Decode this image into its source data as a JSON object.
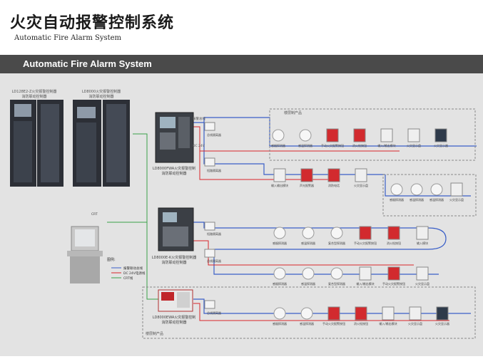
{
  "title": "火灾自动报警控制系统",
  "subtitle": "Automatic Fire Alarm System",
  "section_bar": "Automatic Fire Alarm System",
  "cabinets": {
    "left_label_1": "LD128E2-Z火灾报警控制器",
    "left_label_2": "消防联动控制器",
    "right_label_1": "LD8000火灾报警控制器",
    "right_label_2": "消防联动控制器"
  },
  "panels": {
    "p1_label_1": "LD8000FWA火灾报警控制",
    "p1_label_2": "消防联动控制器",
    "p2_label_1": "LD8000E-K火灾报警控制器",
    "p2_label_2": "消防联动控制器",
    "p3_label_1": "LD8000EWA火灾报警控制",
    "p3_label_2": "消防联动控制器"
  },
  "workstation_label": "CRT",
  "legend": {
    "title": "图例:",
    "item1": "报警联动总线",
    "item2": "DC 24V电源线",
    "item3": "CRT线"
  },
  "zone_labels": {
    "top": "楼层制产品",
    "bottom": "楼层制产品"
  },
  "bus_labels": {
    "alarm": "报警总线",
    "dc": "DC 24V"
  },
  "row1_devices": [
    "感烟探测器",
    "感温探测器",
    "手动火灾报警按钮",
    "消火栓按钮",
    "输入/输出模块",
    "火灾显示盘",
    "火灾显示器"
  ],
  "row2_devices": [
    "输入输出模块",
    "声光报警器",
    "消防电话",
    "火灾显示盘"
  ],
  "sub_devices": [
    "感烟探测器",
    "感温探测器",
    "感温探测器",
    "火灾显示盘"
  ],
  "row3_devices": [
    "感烟探测器",
    "感温探测器",
    "复合型探测器",
    "手动火灾报警按钮",
    "消火栓按钮",
    "输入模块"
  ],
  "row4_devices": [
    "感烟探测器",
    "感温探测器",
    "复合型探测器",
    "输入/输出模块",
    "手动火灾报警按钮",
    "火灾显示盘"
  ],
  "row5_devices": [
    "感烟探测器",
    "感温探测器",
    "手动火灾报警按钮",
    "消火栓按钮",
    "输入/输出模块",
    "火灾显示盘",
    "火灾显示器"
  ],
  "module_labels": {
    "m1": "总线隔离器",
    "m2": "短路隔离器",
    "m3": "短路隔离器",
    "m4": "总线隔离器",
    "m5": "总线隔离器"
  },
  "colors": {
    "alarm_bus": "#3a5fc8",
    "dc_line": "#d8262a",
    "crt_line": "#3aa04a",
    "bar_bg": "#4a4a4a",
    "stage_bg": "#e3e3e3"
  }
}
